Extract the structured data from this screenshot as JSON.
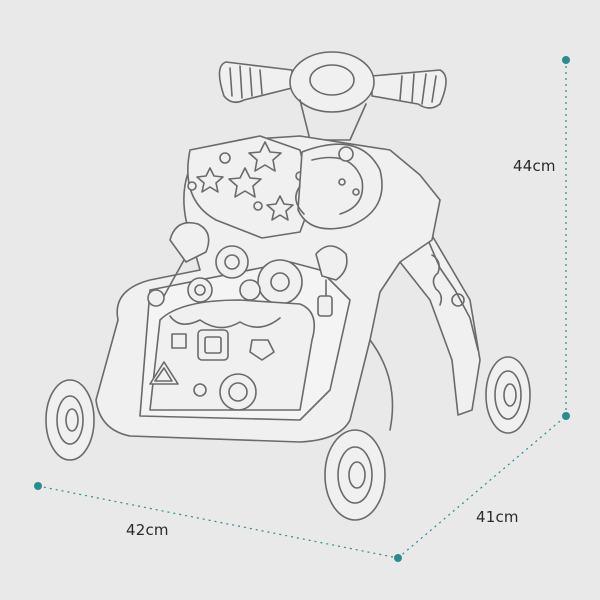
{
  "dimensions": {
    "height": "44cm",
    "width": "42cm",
    "depth": "41cm"
  },
  "colors": {
    "background": "#e9e9e9",
    "line_art": "#6a6a6a",
    "fill": "#f0f0f0",
    "dimension_line": "#2a8c8c"
  },
  "subject": {
    "icon": "baby-walker-line-drawing"
  }
}
